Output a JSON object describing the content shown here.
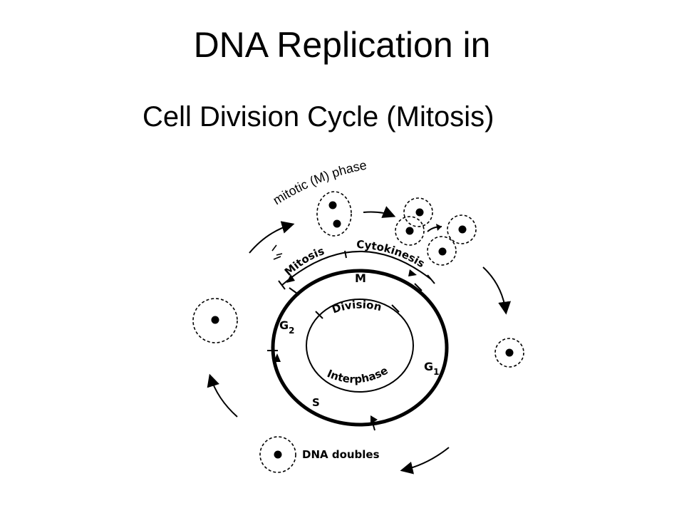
{
  "title": "DNA Replication in",
  "subtitle": "Cell Division Cycle (Mitosis)",
  "diagram": {
    "phase_label": "mitotic (M) phase",
    "mitosis": "Mitosis",
    "cytokinesis": "Cytokinesis",
    "m": "M",
    "division": "Division",
    "interphase": "Interphase",
    "g2_letter": "G",
    "g2_sub": "2",
    "g1_letter": "G",
    "g1_sub": "1",
    "s": "S",
    "dna_doubles": "DNA doubles"
  }
}
